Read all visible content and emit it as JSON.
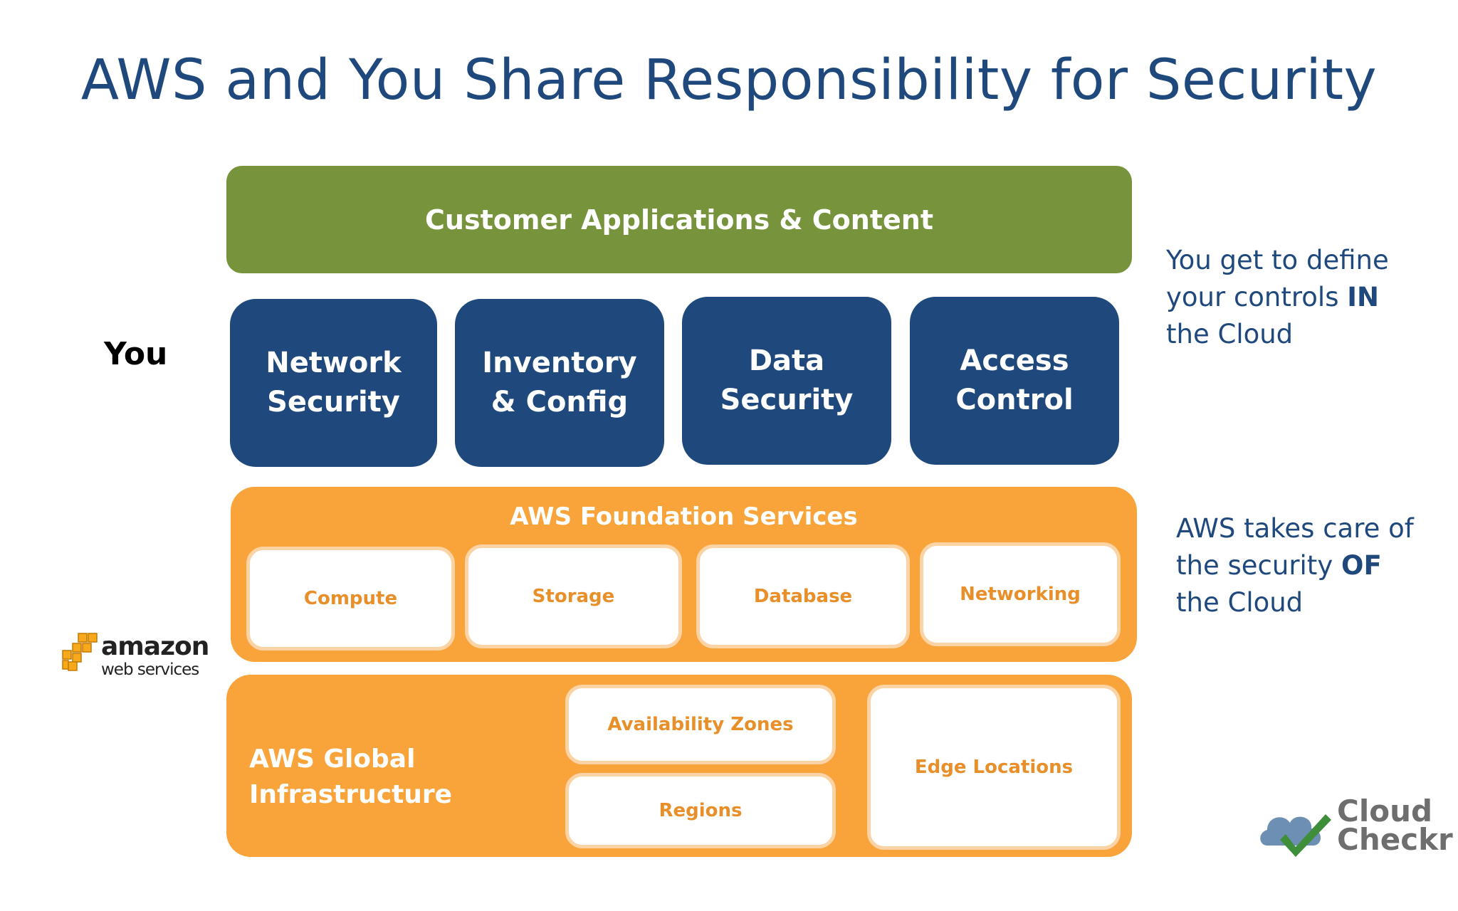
{
  "title": "AWS and You Share Responsibility for Security",
  "customer_layer": {
    "label": "Customer Applications & Content"
  },
  "you_label": "You",
  "customer_controls": [
    {
      "label": "Network\nSecurity"
    },
    {
      "label": "Inventory\n& Config"
    },
    {
      "label": "Data\nSecurity"
    },
    {
      "label": "Access\nControl"
    }
  ],
  "foundation": {
    "title": "AWS Foundation Services",
    "services": [
      "Compute",
      "Storage",
      "Database",
      "Networking"
    ]
  },
  "global_infrastructure": {
    "label": "AWS Global\nInfrastructure",
    "items": {
      "availability_zones": "Availability Zones",
      "regions": "Regions",
      "edge_locations": "Edge Locations"
    }
  },
  "side_notes": {
    "customer": {
      "line1": "You get to define",
      "line2_prefix": "your controls ",
      "line2_bold": "IN",
      "line3": "the Cloud"
    },
    "aws": {
      "line1": "AWS takes care of",
      "line2_prefix": "the security ",
      "line2_bold": "OF",
      "line3": "the Cloud"
    }
  },
  "logos": {
    "aws_word": "amazon",
    "aws_sub": "web services",
    "cloudcheckr": "Cloud\nCheckr"
  },
  "colors": {
    "title": "#1f497d",
    "green": "#77933c",
    "blue": "#1f497d",
    "orange": "#f9a43a",
    "card_text": "#e88f2a"
  }
}
